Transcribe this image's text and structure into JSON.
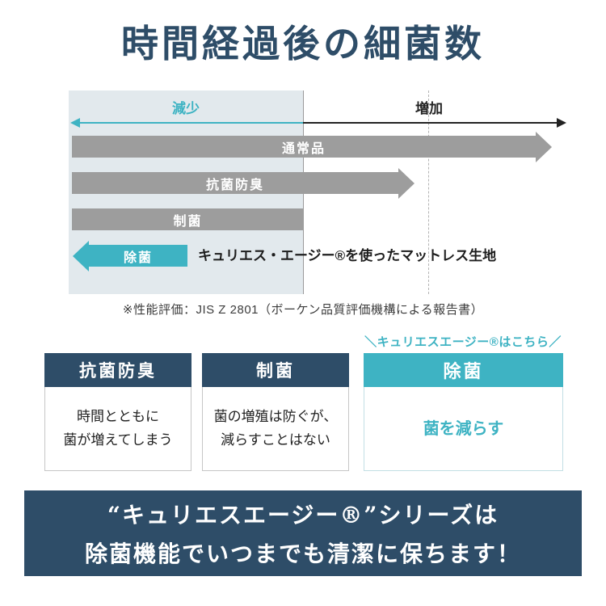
{
  "title": "時間経過後の細菌数",
  "chart": {
    "axis": {
      "decrease_label": "減少",
      "increase_label": "増加"
    },
    "bars": [
      {
        "label": "通常品"
      },
      {
        "label": "抗菌防臭"
      },
      {
        "label": "制菌"
      },
      {
        "label": "除菌",
        "annotation": "キュリエス・エージー®を使ったマットレス生地"
      }
    ],
    "note": "※性能評価：JIS Z 2801（ボーケン品質評価機構による報告書）"
  },
  "cards": [
    {
      "header": "抗菌防臭",
      "body_line1": "時間とともに",
      "body_line2": "菌が増えてしまう"
    },
    {
      "header": "制菌",
      "body_line1": "菌の増殖は防ぐが、",
      "body_line2": "減らすことはない"
    },
    {
      "header": "除菌",
      "callout": "＼キュリエスエージー®はこちら／",
      "body_line1": "菌を減らす",
      "body_line2": ""
    }
  ],
  "banner": {
    "line1": "“キュリエスエージー®”シリーズは",
    "line2": "除菌機能でいつまでも清潔に保ちます！"
  },
  "colors": {
    "navy": "#2e4d68",
    "teal": "#3eb3c3",
    "bar_gray": "#9d9d9d",
    "shade": "#e2e9ed"
  }
}
